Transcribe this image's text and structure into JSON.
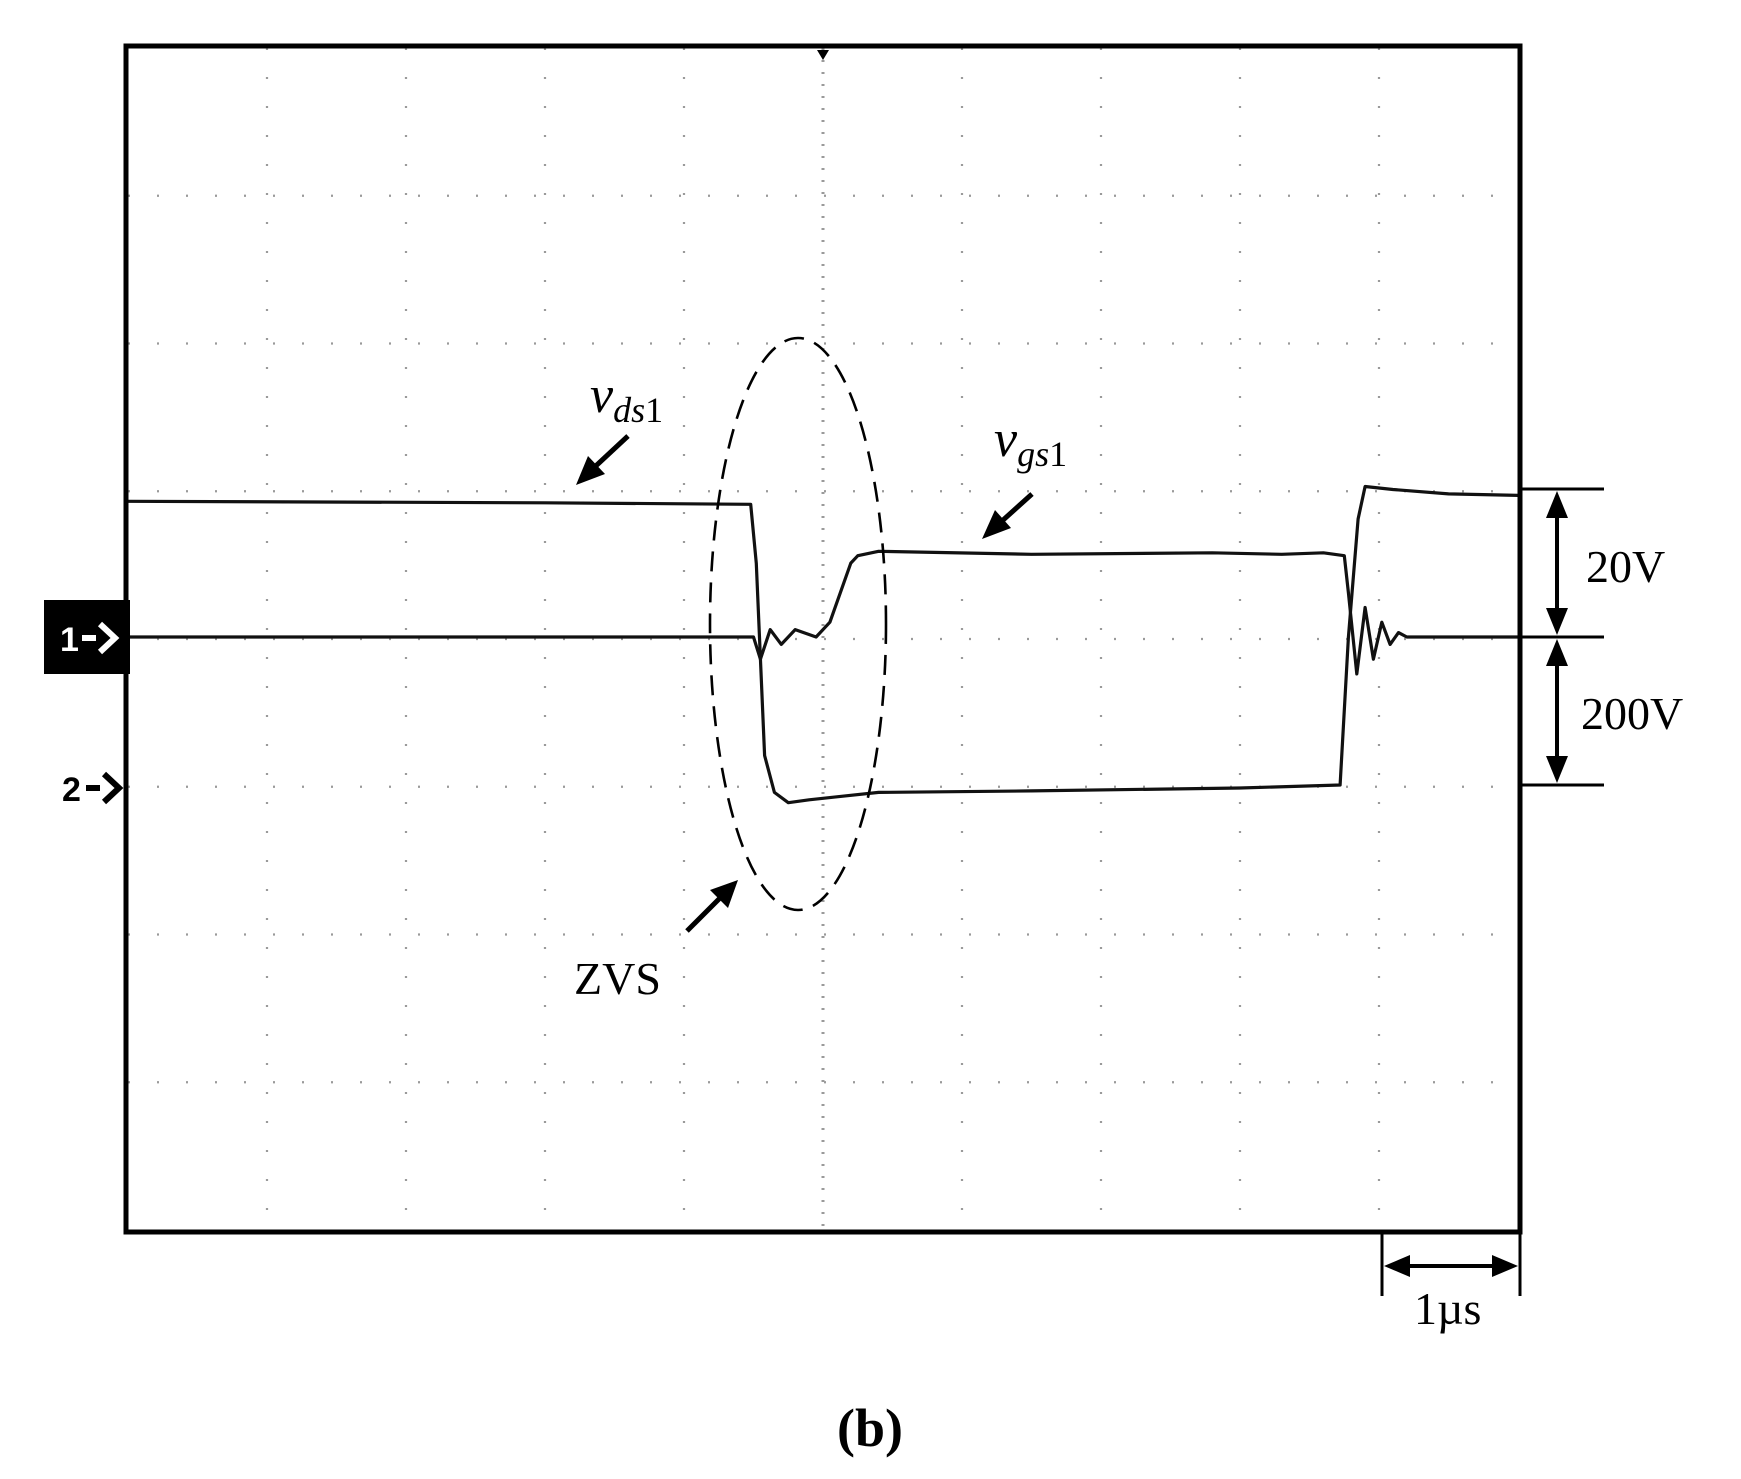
{
  "chart_data": {
    "type": "line",
    "title": "",
    "caption": "(b)",
    "grid": true,
    "grid_divisions": {
      "horizontal": 10,
      "vertical": 8
    },
    "time_scale": "1µs",
    "xlim": [
      0,
      10
    ],
    "channel_markers": [
      {
        "label": "1",
        "channel": 1,
        "level_div": 0
      },
      {
        "label": "2",
        "channel": 2,
        "level_div": 0
      }
    ],
    "scales": [
      {
        "label": "20V",
        "channel": 1
      },
      {
        "label": "200V",
        "channel": 2
      }
    ],
    "series": [
      {
        "name": "vgs1",
        "label": {
          "main": "v",
          "sub": "gs",
          "num": "1"
        },
        "channel": 1,
        "units_per_div": 20,
        "x": [
          0,
          4.5,
          4.55,
          4.62,
          4.7,
          4.8,
          4.95,
          5.05,
          5.2,
          5.25,
          5.4,
          6.5,
          7.8,
          8.3,
          8.6,
          8.75,
          8.78,
          8.84,
          8.9,
          8.96,
          9.02,
          9.08,
          9.14,
          9.2,
          9.3,
          10
        ],
        "values": [
          0,
          0,
          -0.15,
          0.05,
          -0.05,
          0.05,
          0,
          0.1,
          0.5,
          0.55,
          0.58,
          0.56,
          0.57,
          0.56,
          0.57,
          0.55,
          0.3,
          -0.25,
          0.2,
          -0.15,
          0.1,
          -0.05,
          0.03,
          0,
          0,
          0
        ]
      },
      {
        "name": "vds1",
        "label": {
          "main": "v",
          "sub": "ds",
          "num": "1"
        },
        "channel": 2,
        "units_per_div": 200,
        "x": [
          0,
          3,
          4.48,
          4.52,
          4.58,
          4.65,
          4.75,
          4.9,
          5.1,
          5.4,
          6.5,
          8.0,
          8.72,
          8.78,
          8.85,
          8.9,
          9.1,
          9.5,
          10
        ],
        "values": [
          1.92,
          1.91,
          1.9,
          1.5,
          0.2,
          -0.05,
          -0.12,
          -0.1,
          -0.08,
          -0.05,
          -0.04,
          -0.02,
          0,
          1.0,
          1.8,
          2.02,
          2.0,
          1.97,
          1.96
        ]
      }
    ],
    "annotations": [
      {
        "text": "ZVS",
        "type": "ellipse-callout"
      }
    ]
  },
  "style": {
    "trace_color": "#111111",
    "grid_color": "#9a9a9a",
    "frame_color": "#000000"
  }
}
